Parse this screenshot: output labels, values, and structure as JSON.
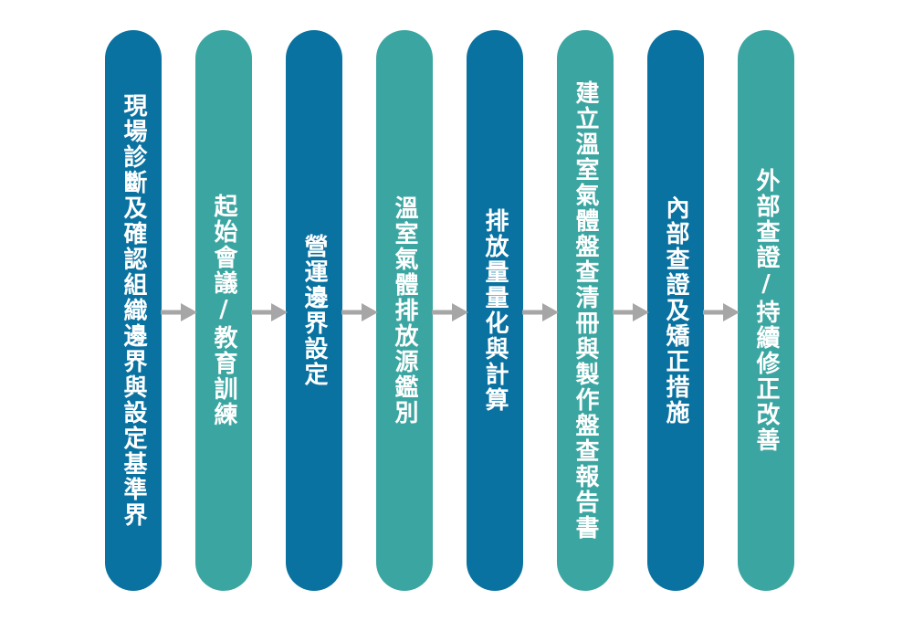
{
  "colors": {
    "dark": "#0a72a0",
    "teal": "#3ba6a1",
    "arrow": "#a6a6a6"
  },
  "steps": [
    {
      "label": "現場診斷及確認組織邊界與設定基準界",
      "color": "dark"
    },
    {
      "label": "起始會議/教育訓練",
      "color": "teal"
    },
    {
      "label": "營運邊界設定",
      "color": "dark"
    },
    {
      "label": "溫室氣體排放源鑑別",
      "color": "teal"
    },
    {
      "label": "排放量量化與計算",
      "color": "dark"
    },
    {
      "label": "建立溫室氣體盤查清冊與製作盤查報告書",
      "color": "teal"
    },
    {
      "label": "內部查證及矯正措施",
      "color": "dark"
    },
    {
      "label": "外部查證/持續修正改善",
      "color": "teal"
    }
  ]
}
